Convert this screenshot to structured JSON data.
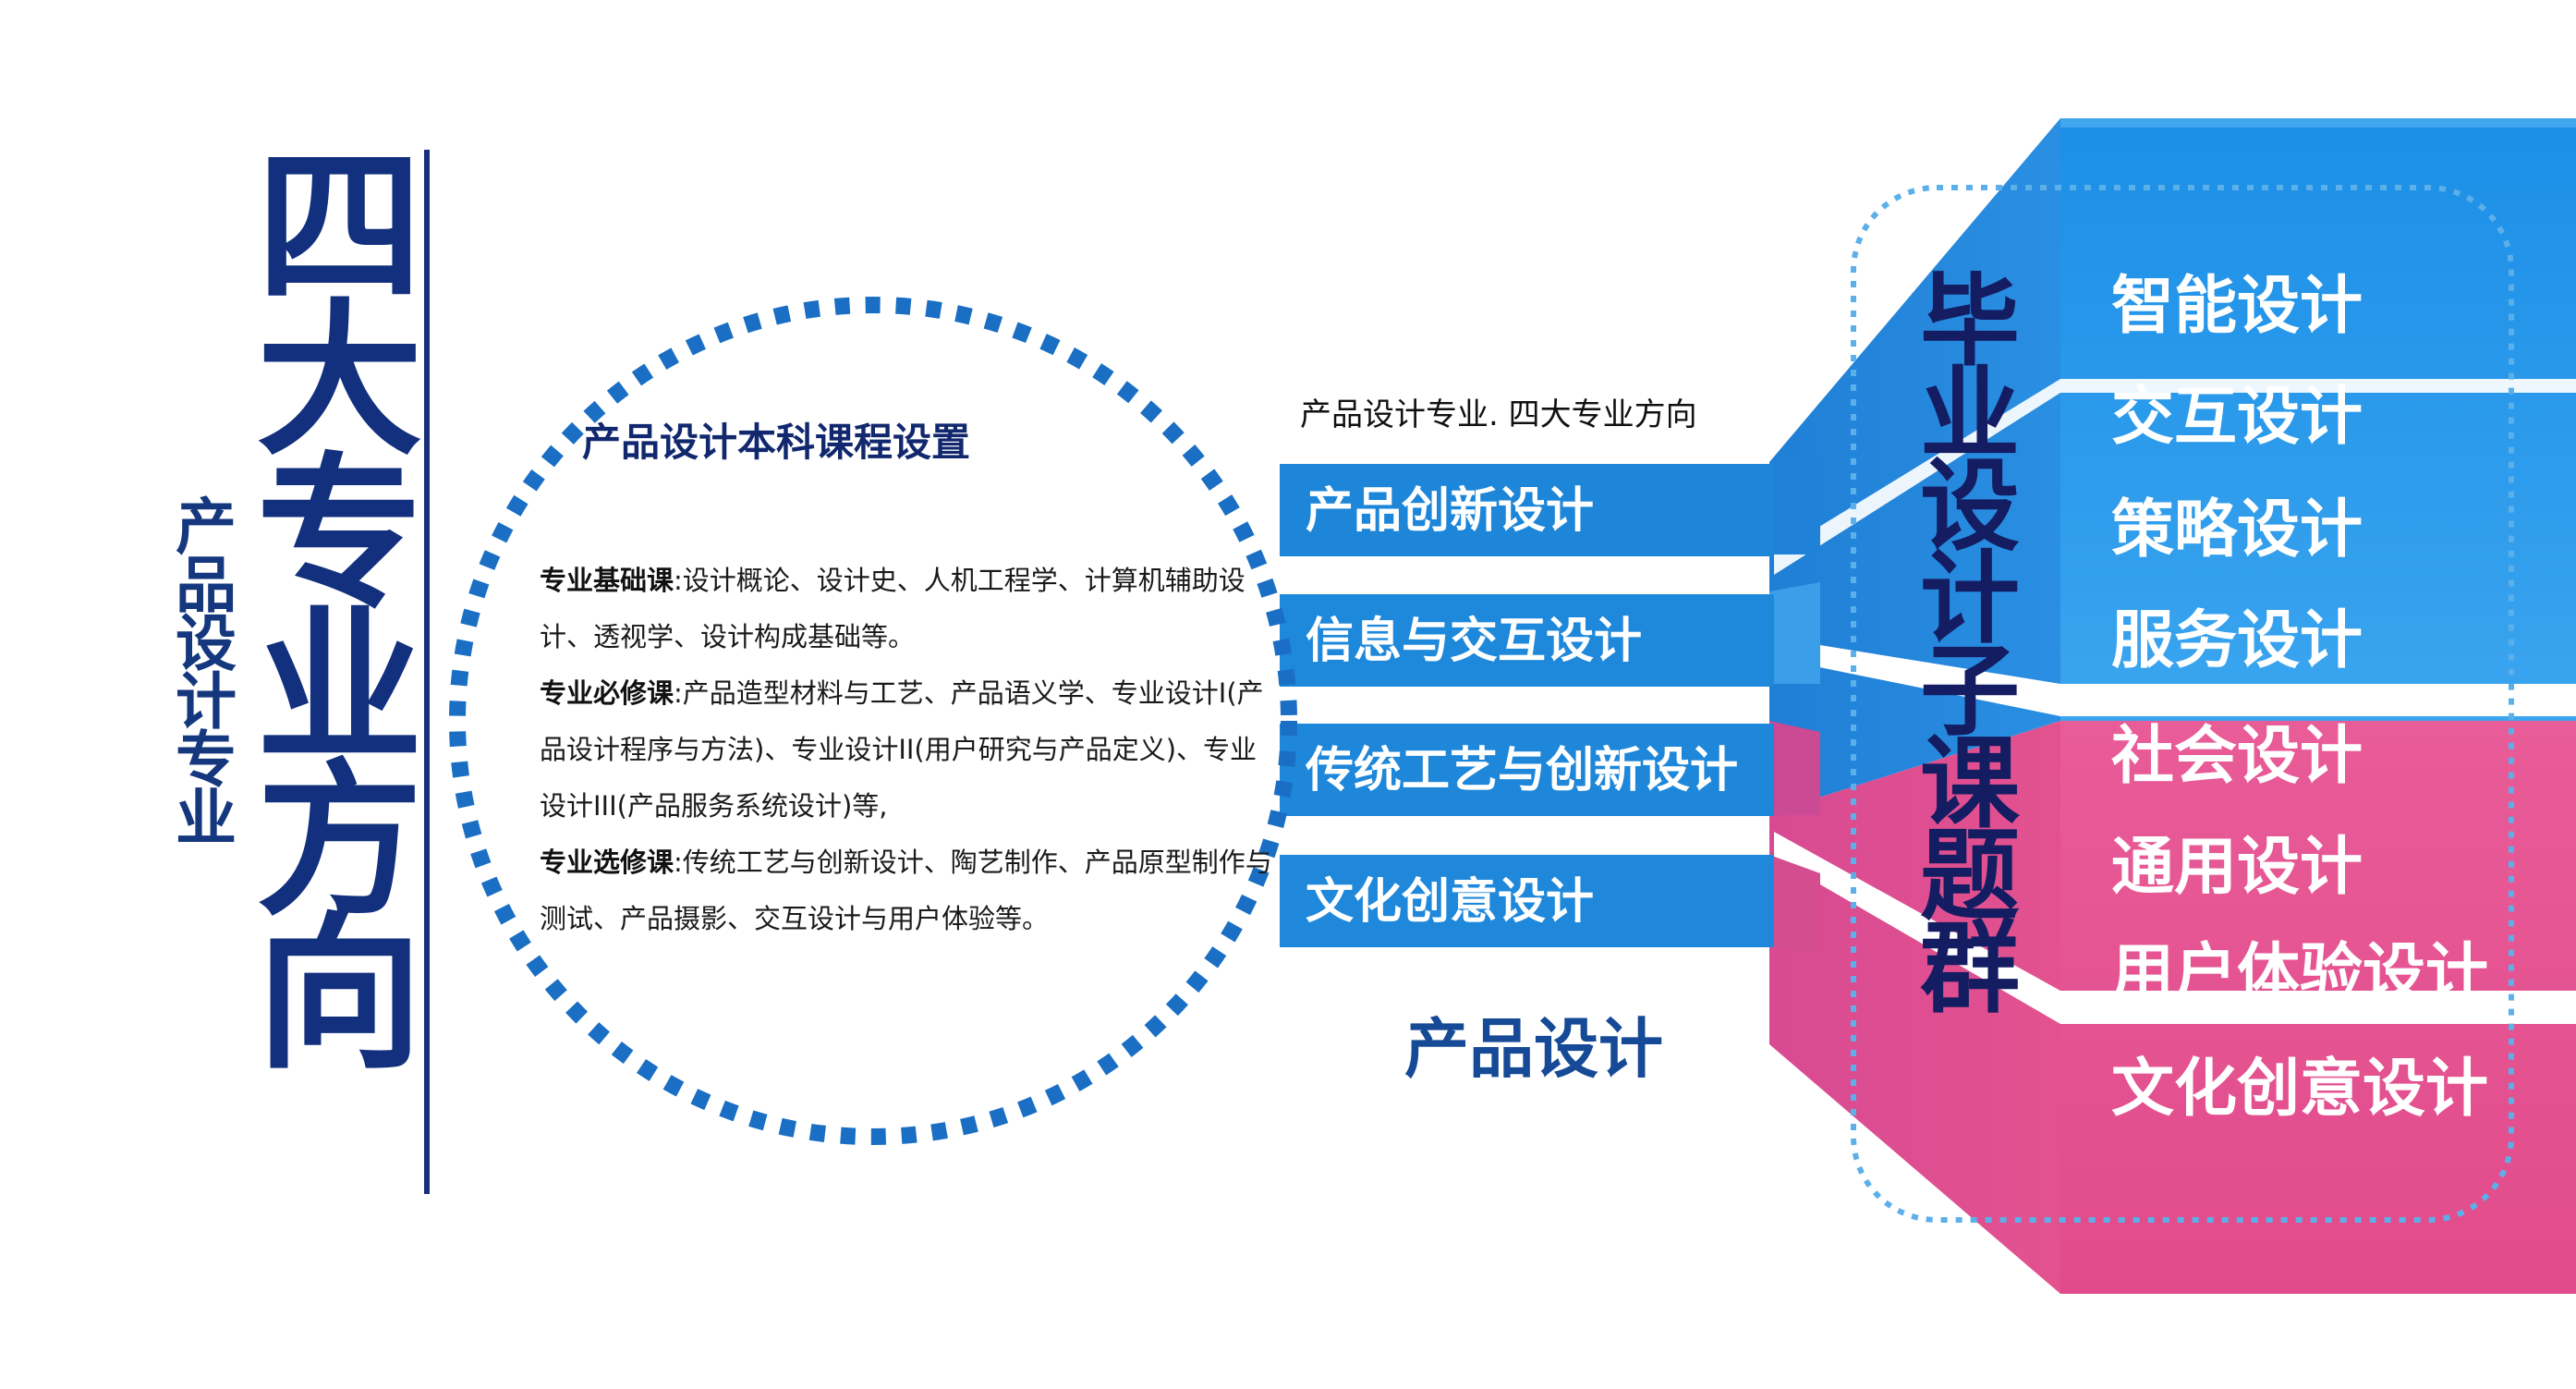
{
  "main_title": "四大专业方向",
  "sub_title": "产品设计专业",
  "circle": {
    "heading": "产品设计本科课程设置",
    "sections": [
      {
        "label": "专业基础课",
        "text": ":设计概论、设计史、人机工程学、计算机辅助设计、透视学、设计构成基础等。"
      },
      {
        "label": "专业必修课",
        "text": ":产品造型材料与工艺、产品语义学、专业设计I(产品设计程序与方法)、专业设计II(用户研究与产品定义)、专业设计III(产品服务系统设计)等,"
      },
      {
        "label": "专业选修课",
        "text": ":传统工艺与创新设计、陶艺制作、产品原型制作与测试、产品摄影、交互设计与用户体验等。"
      }
    ]
  },
  "branches": {
    "heading": "产品设计专业. 四大专业方向",
    "items": [
      "产品创新设计",
      "信息与交互设计",
      "传统工艺与创新设计",
      "文化创意设计"
    ],
    "caption": "产品设计"
  },
  "graduation": {
    "title": "毕业设计子课题群",
    "items": [
      "智能设计",
      "交互设计",
      "策略设计",
      "服务设计",
      "社会设计",
      "通用设计",
      "用户体验设计",
      "文化创意设计"
    ]
  },
  "colors": {
    "navy": "#12307e",
    "dot_blue": "#1a6fc4",
    "branch_blue": "#1d86d8",
    "block_blue": "#2e93e6",
    "block_pink": "#e64f92",
    "dotted_frame": "#5cb0ea"
  }
}
